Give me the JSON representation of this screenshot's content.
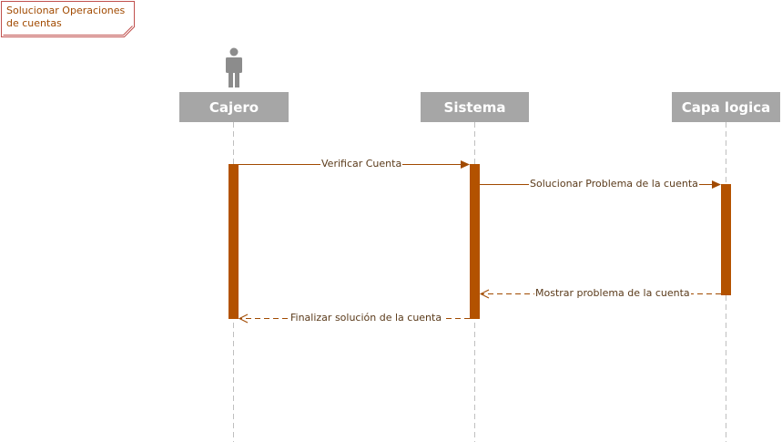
{
  "frame": {
    "title": "Solucionar Operaciones de cuentas"
  },
  "lifelines": [
    {
      "id": "cajero",
      "label": "Cajero",
      "has_actor_icon": true
    },
    {
      "id": "sistema",
      "label": "Sistema"
    },
    {
      "id": "capa",
      "label": "Capa logica"
    }
  ],
  "messages": [
    {
      "label": "Verificar Cuenta",
      "from": "Cajero",
      "to": "Sistema",
      "kind": "sync"
    },
    {
      "label": "Solucionar Problema de la cuenta",
      "from": "Sistema",
      "to": "Capa logica",
      "kind": "sync"
    },
    {
      "label": "Mostrar problema de la cuenta",
      "from": "Capa logica",
      "to": "Sistema",
      "kind": "return"
    },
    {
      "label": "Finalizar solución de la cuenta",
      "from": "Sistema",
      "to": "Cajero",
      "kind": "return"
    }
  ],
  "colors": {
    "accent": "#a14a00",
    "activation": "#b35200",
    "lifeline_box": "#a6a6a6",
    "lifeline_dash": "#bfbfbf",
    "actor": "#8c8c8c"
  },
  "icons": {
    "actor": "person-icon"
  }
}
